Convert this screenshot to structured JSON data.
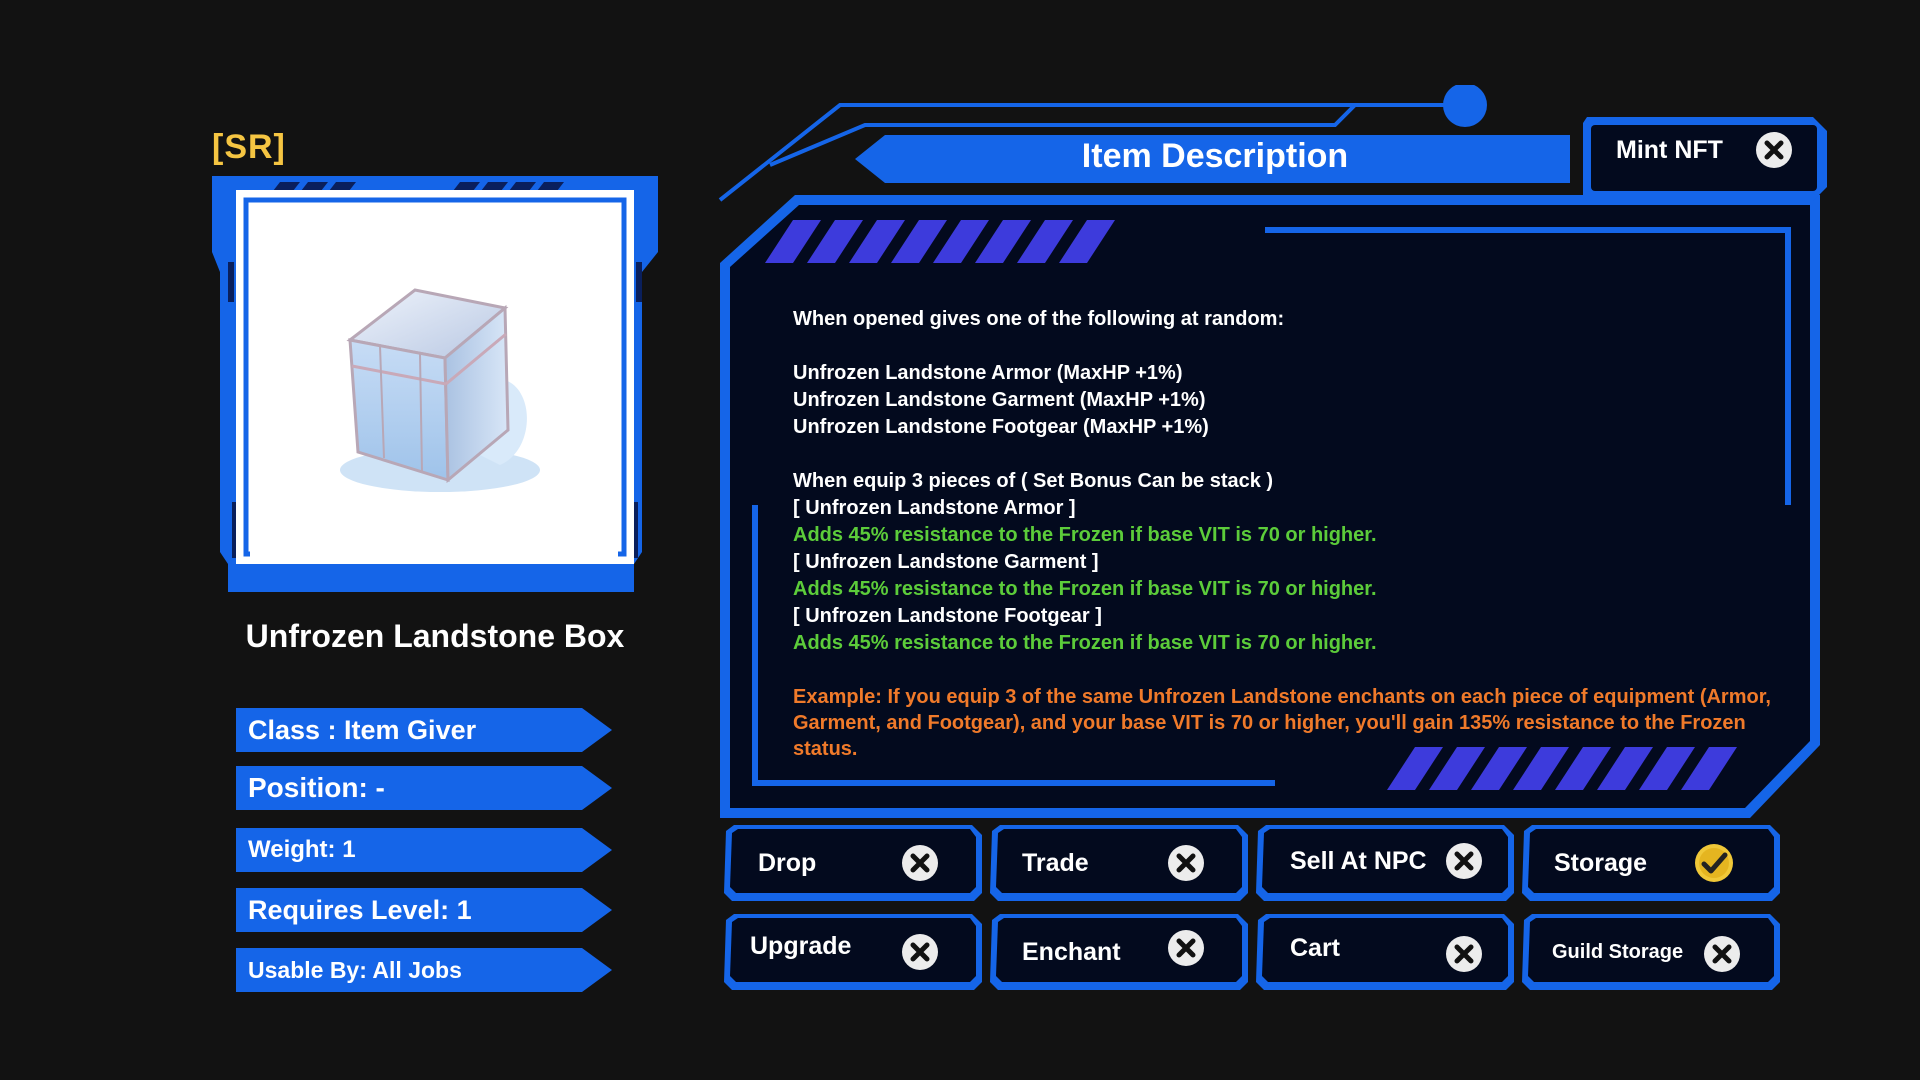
{
  "item": {
    "rarity": "[SR]",
    "name": "Unfrozen Landstone Box",
    "stats": [
      "Class : Item Giver",
      "Position: -",
      "Weight: 1",
      "Requires Level: 1",
      "Usable By: All Jobs"
    ]
  },
  "panel": {
    "title": "Item Description",
    "mint_label": "Mint NFT",
    "description": {
      "intro": "When opened gives one of the following at random:",
      "rewards": [
        "Unfrozen Landstone Armor (MaxHP +1%)",
        "Unfrozen Landstone Garment (MaxHP +1%)",
        "Unfrozen Landstone Footgear (MaxHP +1%)"
      ],
      "set_header": "When equip 3 pieces of  ( Set Bonus Can be stack )",
      "set_items": [
        {
          "name": "[ Unfrozen Landstone Armor ]",
          "bonus": "Adds 45% resistance to the Frozen if base VIT is 70 or higher."
        },
        {
          "name": "[ Unfrozen Landstone Garment ]",
          "bonus": "Adds 45% resistance to the Frozen if base VIT is 70 or higher."
        },
        {
          "name": "[ Unfrozen Landstone Footgear ]",
          "bonus": "Adds 45% resistance to the Frozen if base VIT is 70 or higher."
        }
      ],
      "example": "Example: If you equip 3 of the same Unfrozen Landstone enchants on each piece of equipment (Armor, Garment, and Footgear), and your base VIT is 70 or higher, you'll gain 135% resistance to the Frozen status."
    }
  },
  "actions": [
    {
      "label": "Drop",
      "status": "x-icon"
    },
    {
      "label": "Trade",
      "status": "x-icon"
    },
    {
      "label": "Sell At NPC",
      "status": "x-icon"
    },
    {
      "label": "Storage",
      "status": "check-icon"
    },
    {
      "label": "Upgrade",
      "status": "x-icon"
    },
    {
      "label": "Enchant",
      "status": "x-icon"
    },
    {
      "label": "Cart",
      "status": "x-icon"
    },
    {
      "label": "Guild Storage",
      "status": "x-icon"
    }
  ],
  "colors": {
    "background": "#121212",
    "accent_blue": "#1565e8",
    "panel_bg": "#030a1e",
    "rarity_gold": "#f5c542",
    "bonus_green": "#5ccc3a",
    "example_orange": "#f07a2a"
  }
}
